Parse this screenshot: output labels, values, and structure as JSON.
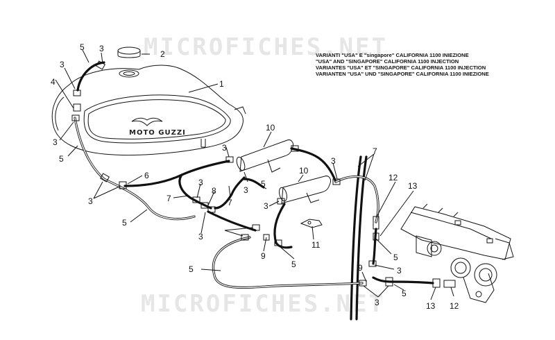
{
  "watermark": "MICROFICHES.NET",
  "header_lines": [
    "VARIANTI \"USA\" E \"singapore\" CALIFORNIA 1100 INIEZIONE",
    "\"USA\" AND \"SINGAPORE\" CALIFORNIA 1100 INJECTION",
    "VARIANTES \"USA\" ET \"SINGAPORE\" CALIFORNIA 1100 INJECTION",
    "VARIANTEN \"USA\" UND \"SINGAPORE\" CALIFORNIA 1100 INIEZIONE"
  ],
  "tank_brand": "MOTO GUZZI",
  "callouts": [
    "1",
    "2",
    "3",
    "3",
    "3",
    "4",
    "3",
    "5",
    "5",
    "6",
    "3",
    "5",
    "7",
    "3",
    "8",
    "3",
    "7",
    "3",
    "10",
    "5",
    "3",
    "10",
    "3",
    "9",
    "5",
    "11",
    "7",
    "12",
    "13",
    "5",
    "3",
    "9",
    "3",
    "5",
    "3",
    "13",
    "12"
  ]
}
